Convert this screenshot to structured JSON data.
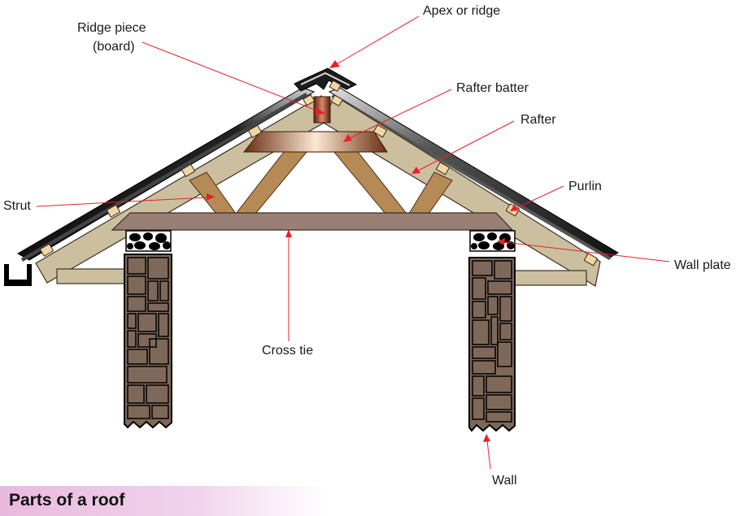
{
  "labels": {
    "apex": "Apex or ridge",
    "ridge_piece_1": "Ridge piece",
    "ridge_piece_2": "(board)",
    "rafter_batter": "Rafter batter",
    "rafter": "Rafter",
    "purlin": "Purlin",
    "strut": "Strut",
    "wall_plate": "Wall plate",
    "cross_tie": "Cross tie",
    "wall": "Wall"
  },
  "caption": "Parts of a roof",
  "colors": {
    "leader": "#e8202a",
    "timber": "#cbbf9f",
    "strut": "#b58a55",
    "cross_tie": "#9a8074",
    "stone": "#7e6859",
    "caption_band": "#e9b9df"
  }
}
